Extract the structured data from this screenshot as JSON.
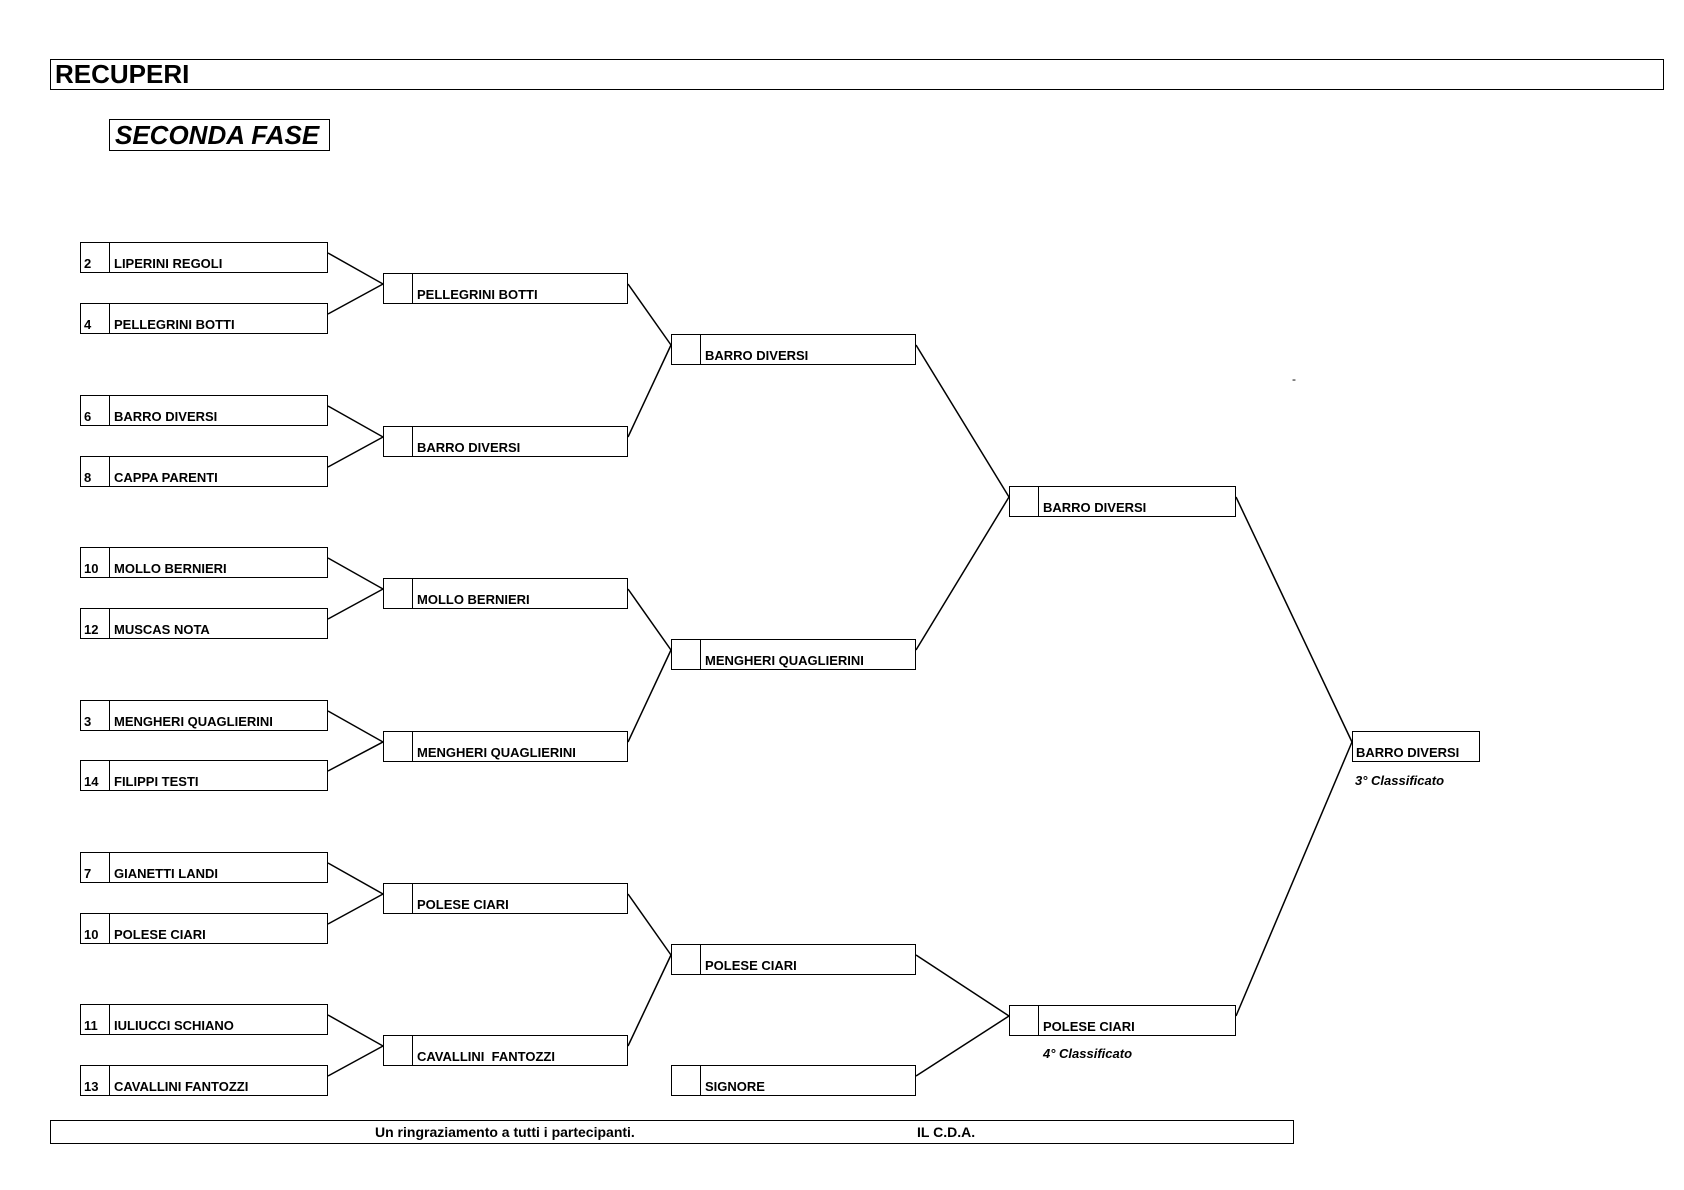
{
  "header": {
    "title": "RECUPERI"
  },
  "phase": {
    "label": "SECONDA FASE"
  },
  "round1": [
    {
      "seed": "2",
      "team": "LIPERINI REGOLI"
    },
    {
      "seed": "4",
      "team": "PELLEGRINI BOTTI"
    },
    {
      "seed": "6",
      "team": "BARRO DIVERSI"
    },
    {
      "seed": "8",
      "team": "CAPPA PARENTI"
    },
    {
      "seed": "10",
      "team": "MOLLO BERNIERI"
    },
    {
      "seed": "12",
      "team": "MUSCAS NOTA"
    },
    {
      "seed": "3",
      "team": "MENGHERI QUAGLIERINI"
    },
    {
      "seed": "14",
      "team": "FILIPPI TESTI"
    },
    {
      "seed": "7",
      "team": "GIANETTI LANDI"
    },
    {
      "seed": "10",
      "team": "POLESE CIARI"
    },
    {
      "seed": "11",
      "team": "IULIUCCI SCHIANO"
    },
    {
      "seed": "13",
      "team": "CAVALLINI FANTOZZI"
    }
  ],
  "round2": [
    {
      "seed": "",
      "team": "PELLEGRINI BOTTI"
    },
    {
      "seed": "",
      "team": "BARRO DIVERSI"
    },
    {
      "seed": "",
      "team": "MOLLO BERNIERI"
    },
    {
      "seed": "",
      "team": "MENGHERI QUAGLIERINI"
    },
    {
      "seed": "",
      "team": "POLESE CIARI"
    },
    {
      "seed": "",
      "team": "CAVALLINI  FANTOZZI"
    }
  ],
  "round3": [
    {
      "seed": "",
      "team": "BARRO DIVERSI"
    },
    {
      "seed": "",
      "team": "MENGHERI QUAGLIERINI"
    },
    {
      "seed": "",
      "team": "POLESE CIARI"
    },
    {
      "seed": "",
      "team": "SIGNORE"
    }
  ],
  "round4": [
    {
      "seed": "",
      "team": "BARRO DIVERSI"
    },
    {
      "seed": "",
      "team": "POLESE CIARI"
    }
  ],
  "final": {
    "team": "BARRO DIVERSI"
  },
  "captions": {
    "third": "3° Classificato",
    "fourth": "4° Classificato"
  },
  "stray_mark": "-",
  "footer": {
    "thanks": "Un ringraziamento a tutti i partecipanti.",
    "signature": "IL C.D.A."
  }
}
